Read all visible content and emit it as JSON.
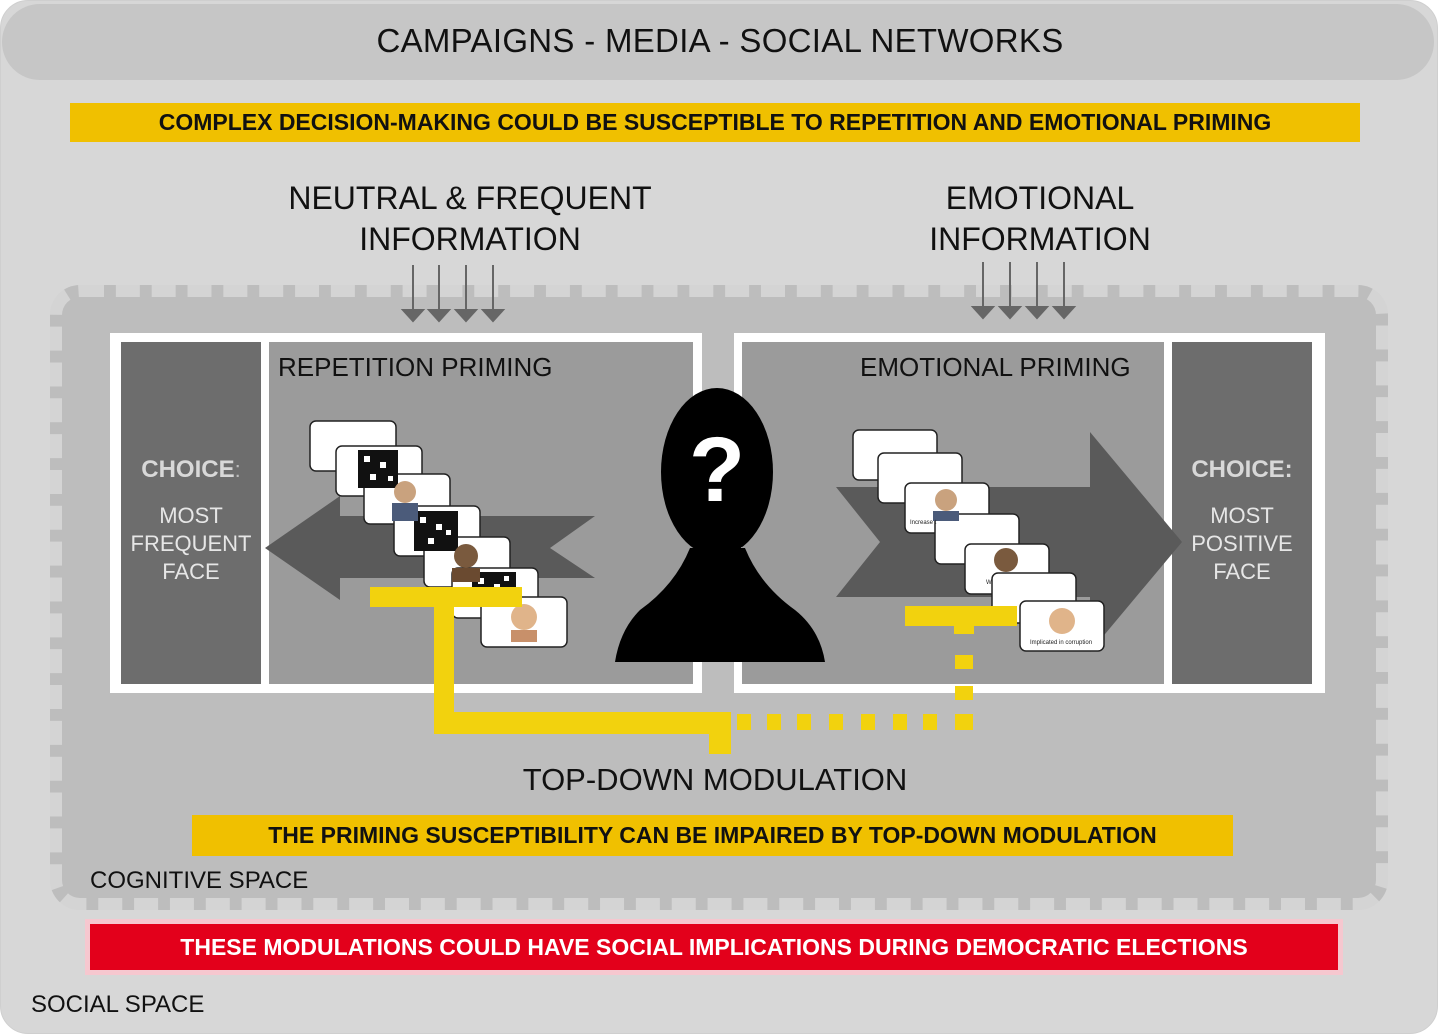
{
  "header": {
    "title": "CAMPAIGNS - MEDIA - SOCIAL NETWORKS"
  },
  "banners": {
    "top": "COMPLEX DECISION-MAKING COULD BE SUSCEPTIBLE TO REPETITION AND EMOTIONAL PRIMING",
    "middle": "THE PRIMING SUSCEPTIBILITY CAN BE IMPAIRED BY TOP-DOWN MODULATION",
    "bottom": "THESE MODULATIONS COULD HAVE SOCIAL IMPLICATIONS DURING DEMOCRATIC ELECTIONS"
  },
  "inputs": {
    "neutral": {
      "line1": "NEUTRAL & FREQUENT",
      "line2": "INFORMATION"
    },
    "emotional": {
      "line1": "EMOTIONAL",
      "line2": "INFORMATION"
    }
  },
  "left_panel": {
    "title": "REPETITION PRIMING",
    "choice_head": "CHOICE",
    "choice_colon": ":",
    "choice_lines": [
      "MOST",
      "FREQUENT",
      "FACE"
    ]
  },
  "right_panel": {
    "title": "EMOTIONAL PRIMING",
    "choice_head": "CHOICE:",
    "choice_lines": [
      "MOST",
      "POSITIVE",
      "FACE"
    ],
    "card_caption_small": "Increase t",
    "card_caption_small2": "W",
    "card_caption_last": "Implicated in corruption"
  },
  "center": {
    "symbol": "?"
  },
  "modulation": {
    "label": "TOP-DOWN MODULATION"
  },
  "spaces": {
    "cognitive": "COGNITIVE SPACE",
    "social": "SOCIAL SPACE"
  },
  "colors": {
    "yellow": "#f0c000",
    "red": "#e3001b",
    "dark_panel": "#6d6d6d",
    "mid_panel": "#9b9b9b",
    "arrow": "#555555",
    "connector": "#f2d20e"
  }
}
